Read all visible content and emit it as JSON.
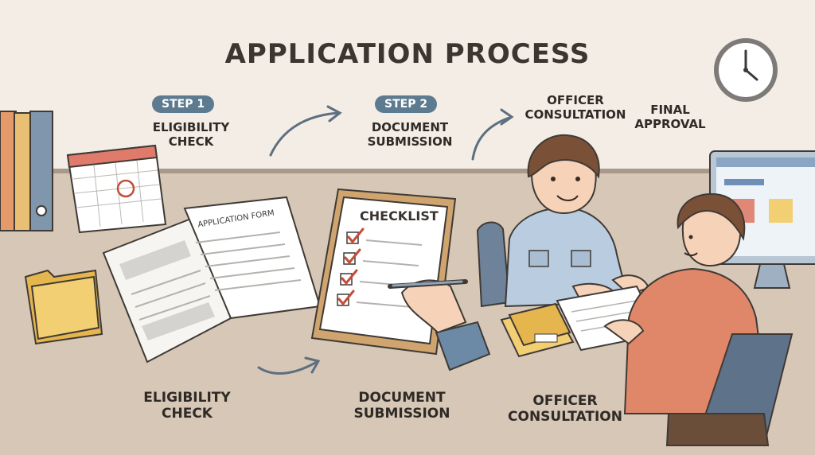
{
  "title": "APPLICATION PROCESS",
  "top_steps": {
    "step1": {
      "badge": "STEP 1",
      "label": "ELIGIBILITY\nCHECK"
    },
    "step2": {
      "badge": "STEP 2",
      "label": "DOCUMENT\nSUBMISSION"
    },
    "step3": {
      "label": "OFFICER\nCONSULTATION"
    },
    "step4": {
      "label": "FINAL\nAPPROVAL"
    }
  },
  "bottom_labels": {
    "eligibility": "ELIGIBILITY\nCHECK",
    "document": "DOCUMENT\nSUBMISSION",
    "officer": "OFFICER\nCONSULTATION"
  },
  "props": {
    "form_title": "APPLICATION FORM",
    "checklist_title": "CHECKLIST"
  },
  "colors": {
    "badge": "#5c7a90",
    "check_mark": "#c44d3a",
    "officer_shirt": "#b9cce0",
    "client_shirt": "#e0876a",
    "chair": "#5e7389"
  }
}
